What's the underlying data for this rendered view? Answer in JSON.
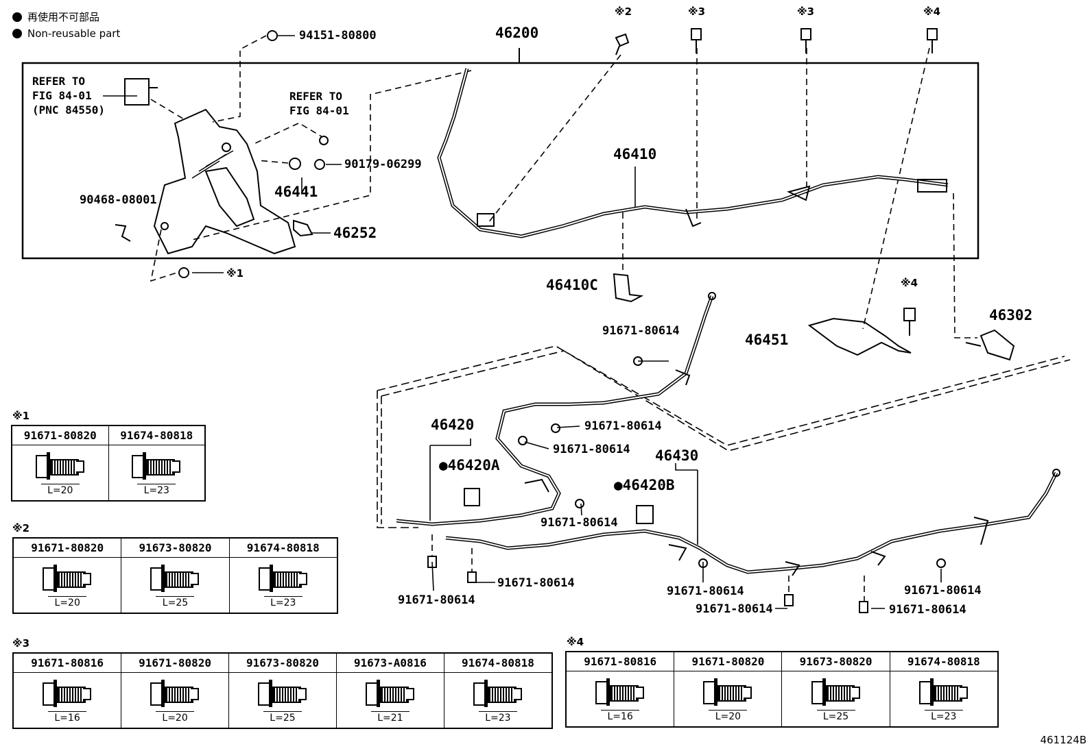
{
  "legend": {
    "japanese": "再使用不可部品",
    "english": "Non-reusable part"
  },
  "labels": {
    "l_46200": "46200",
    "l_94151": "94151-80800",
    "l_ref1_a": "REFER TO",
    "l_ref1_b": "FIG 84-01",
    "l_ref1_c": "(PNC 84550)",
    "l_ref2_a": "REFER TO",
    "l_ref2_b": "FIG 84-01",
    "l_90179": "90179-06299",
    "l_46441": "46441",
    "l_90468": "90468-08001",
    "l_46252": "46252",
    "l_note1": "※1",
    "l_46410": "46410",
    "l_46410C": "46410C",
    "l_46451": "46451",
    "l_46302": "46302",
    "l_n2": "※2",
    "l_n3a": "※3",
    "l_n3b": "※3",
    "l_n4a": "※4",
    "l_n4b": "※4",
    "l_91671_a": "91671-80614",
    "l_91671_b": "91671-80614",
    "l_91671_c": "91671-80614",
    "l_91671_d": "91671-80614",
    "l_91671_e": "91671-80614",
    "l_91671_f": "91671-80614",
    "l_91671_g": "91671-80614",
    "l_91671_h": "91671-80614",
    "l_91671_i": "91671-80614",
    "l_91671_j": "91671-80614",
    "l_46420": "46420",
    "l_46420A": "●46420A",
    "l_46430": "46430",
    "l_46420B": "●46420B",
    "code": "461124B"
  },
  "tables": {
    "t1": {
      "note": "※1",
      "parts": [
        "91671-80820",
        "91674-80818"
      ],
      "lengths": [
        "L=20",
        "L=23"
      ]
    },
    "t2": {
      "note": "※2",
      "parts": [
        "91671-80820",
        "91673-80820",
        "91674-80818"
      ],
      "lengths": [
        "L=20",
        "L=25",
        "L=23"
      ]
    },
    "t3": {
      "note": "※3",
      "parts": [
        "91671-80816",
        "91671-80820",
        "91673-80820",
        "91673-A0816",
        "91674-80818"
      ],
      "lengths": [
        "L=16",
        "L=20",
        "L=25",
        "L=21",
        "L=23"
      ]
    },
    "t4": {
      "note": "※4",
      "parts": [
        "91671-80816",
        "91671-80820",
        "91673-80820",
        "91674-80818"
      ],
      "lengths": [
        "L=16",
        "L=20",
        "L=25",
        "L=23"
      ]
    }
  }
}
